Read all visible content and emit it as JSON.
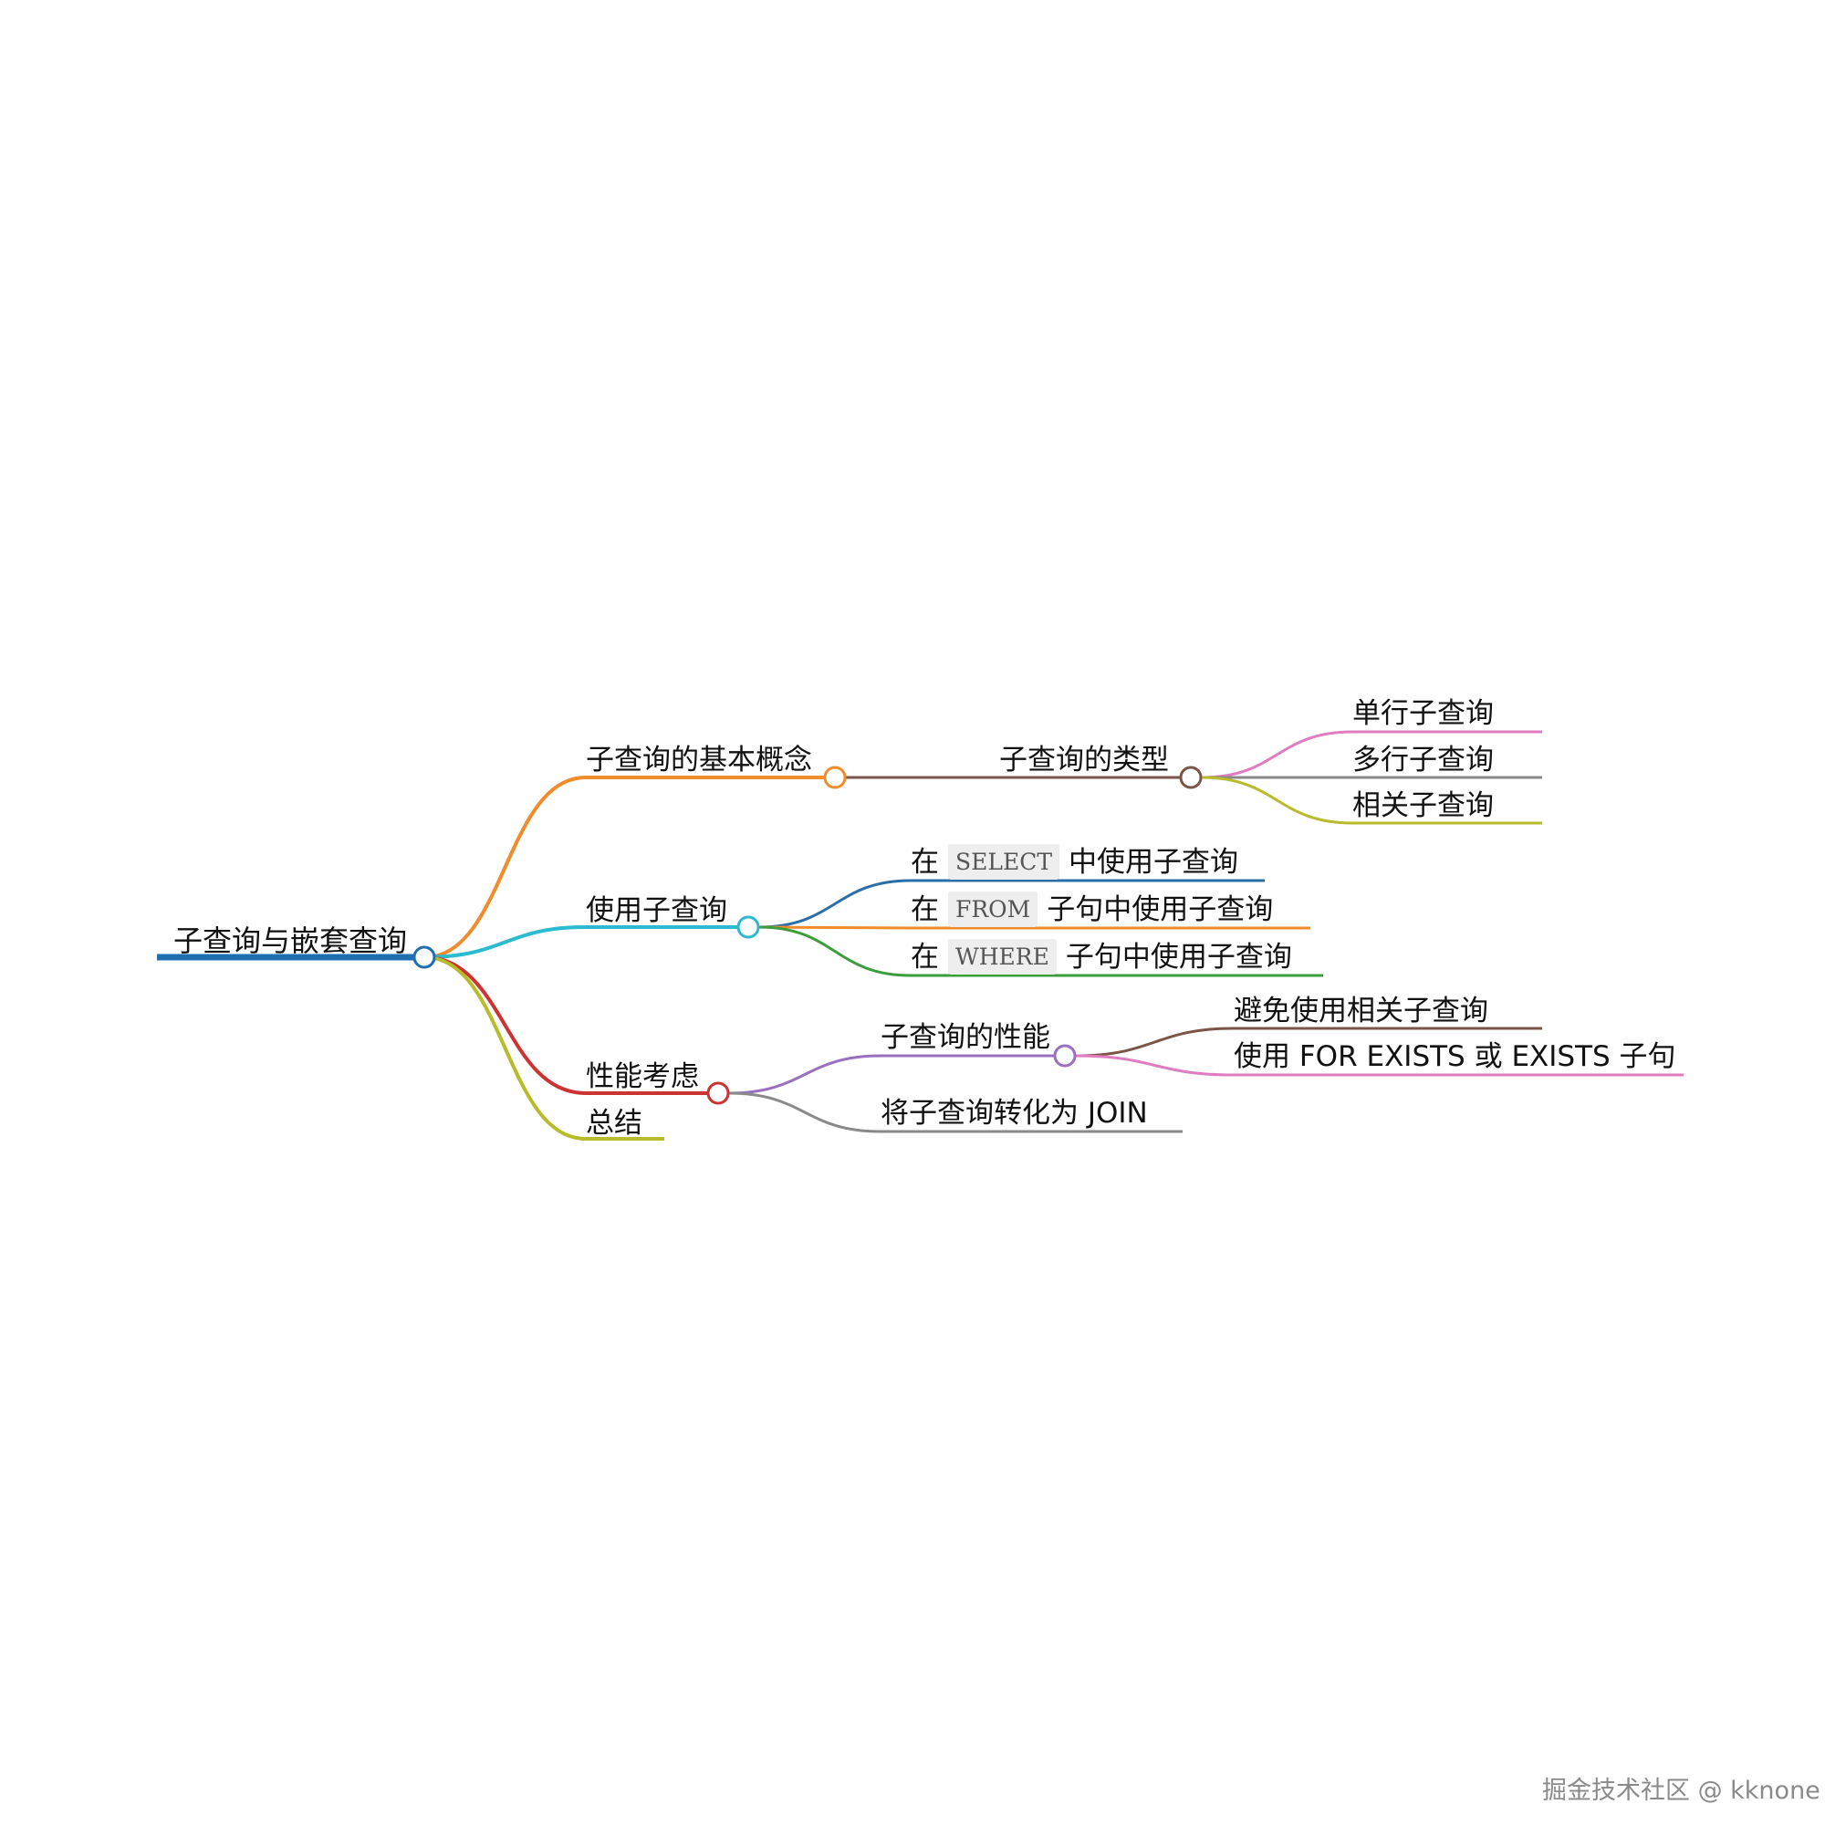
{
  "root": {
    "label": "子查询与嵌套查询",
    "color": "#1f6fb0"
  },
  "branches": [
    {
      "label": "子查询的基本概念",
      "color": "#f08c2c",
      "children": [
        {
          "label": "子查询的类型",
          "color": "#7b5548",
          "children": [
            {
              "label": "单行子查询",
              "color": "#e07cc0"
            },
            {
              "label": "多行子查询",
              "color": "#8a8a8a"
            },
            {
              "label": "相关子查询",
              "color": "#b8bb2a"
            }
          ]
        }
      ]
    },
    {
      "label": "使用子查询",
      "color": "#2bbad0",
      "children": [
        {
          "pre": "在",
          "code": "SELECT",
          "post": "中使用子查询",
          "color": "#2b6fa8"
        },
        {
          "pre": "在",
          "code": "FROM",
          "post": "子句中使用子查询",
          "color": "#f08c2c"
        },
        {
          "pre": "在",
          "code": "WHERE",
          "post": "子句中使用子查询",
          "color": "#3a9e3a"
        }
      ]
    },
    {
      "label": "性能考虑",
      "color": "#cc3333",
      "children": [
        {
          "label": "子查询的性能",
          "color": "#9a6fc0",
          "children": [
            {
              "label": "避免使用相关子查询",
              "color": "#7b5548"
            },
            {
              "label": "使用 FOR EXISTS 或 EXISTS 子句",
              "color": "#e07cc0"
            }
          ]
        },
        {
          "label": "将子查询转化为 JOIN",
          "color": "#8a8a8a"
        }
      ]
    },
    {
      "label": "总结",
      "color": "#b8bb2a"
    }
  ],
  "watermark": "掘金技术社区 @ kknone"
}
